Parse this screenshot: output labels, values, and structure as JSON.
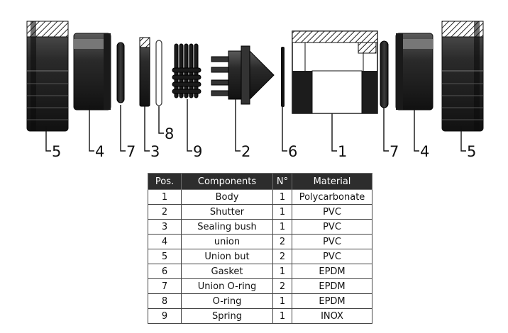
{
  "callouts": [
    "5",
    "4",
    "7",
    "3",
    "8",
    "9",
    "2",
    "6",
    "1",
    "7",
    "4",
    "5"
  ],
  "table": {
    "headers": [
      "Pos.",
      "Components",
      "N°",
      "Material"
    ],
    "rows": [
      [
        "1",
        "Body",
        "1",
        "Polycarbonate"
      ],
      [
        "2",
        "Shutter",
        "1",
        "PVC"
      ],
      [
        "3",
        "Sealing bush",
        "1",
        "PVC"
      ],
      [
        "4",
        "union",
        "2",
        "PVC"
      ],
      [
        "5",
        "Union but",
        "2",
        "PVC"
      ],
      [
        "6",
        "Gasket",
        "1",
        "EPDM"
      ],
      [
        "7",
        "Union O-ring",
        "2",
        "EPDM"
      ],
      [
        "8",
        "O-ring",
        "1",
        "EPDM"
      ],
      [
        "9",
        "Spring",
        "1",
        "INOX"
      ]
    ]
  }
}
